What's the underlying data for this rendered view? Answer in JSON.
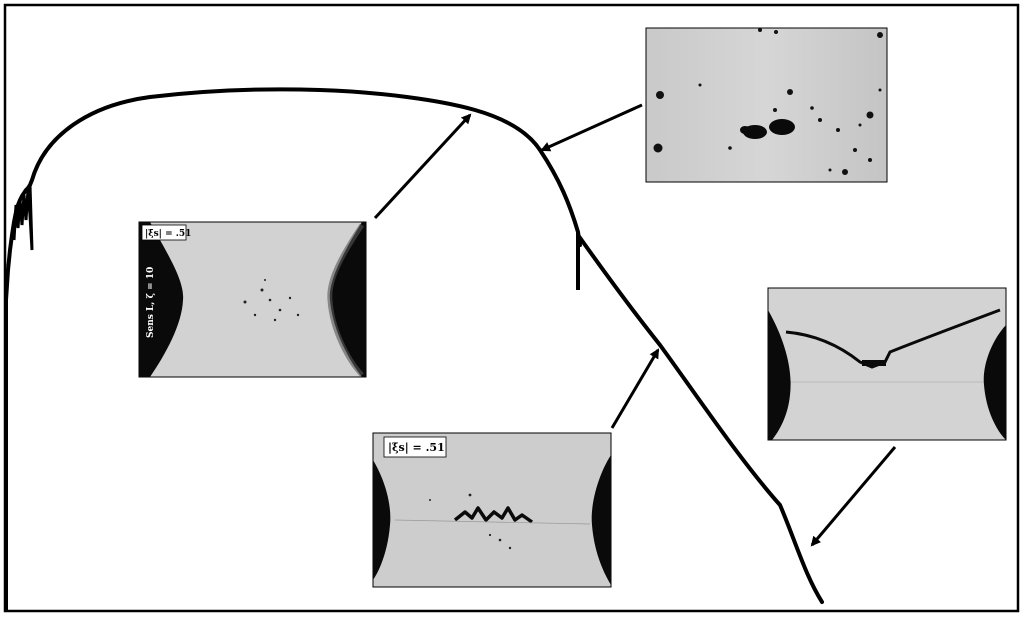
{
  "panels": {
    "left": {
      "label_top": "|ξ̄s| = .51",
      "label_side": "Sens L, ζ = 10"
    },
    "bottom": {
      "label_top": "|ξ̄s| = .51"
    }
  },
  "colors": {
    "curve": "#000000",
    "frame": "#000000",
    "micrograph_bg": "#cfcfcf",
    "micrograph_dark": "#0a0a0a"
  }
}
